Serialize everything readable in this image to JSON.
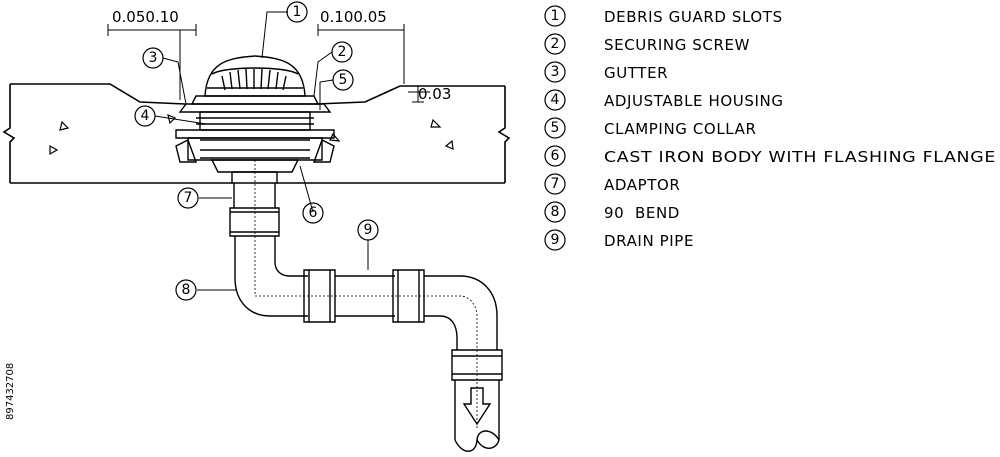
{
  "dimensions": {
    "left_width": "0.050.10",
    "right_width": "0.100.05",
    "slope_height": "0.03"
  },
  "callouts": [
    "1",
    "2",
    "3",
    "4",
    "5",
    "6",
    "7",
    "8",
    "9"
  ],
  "legend": [
    {
      "num": "1",
      "label": "DEBRIS GUARD SLOTS"
    },
    {
      "num": "2",
      "label": "SECURING SCREW"
    },
    {
      "num": "3",
      "label": "GUTTER"
    },
    {
      "num": "4",
      "label": "ADJUSTABLE HOUSING"
    },
    {
      "num": "5",
      "label": "CLAMPING COLLAR"
    },
    {
      "num": "6",
      "label": "CAST IRON BODY WITH FLASHING FLANGE"
    },
    {
      "num": "7",
      "label": "ADAPTOR"
    },
    {
      "num": "8",
      "label": "90  BEND"
    },
    {
      "num": "9",
      "label": "DRAIN PIPE"
    }
  ],
  "stock_id": "897432708"
}
